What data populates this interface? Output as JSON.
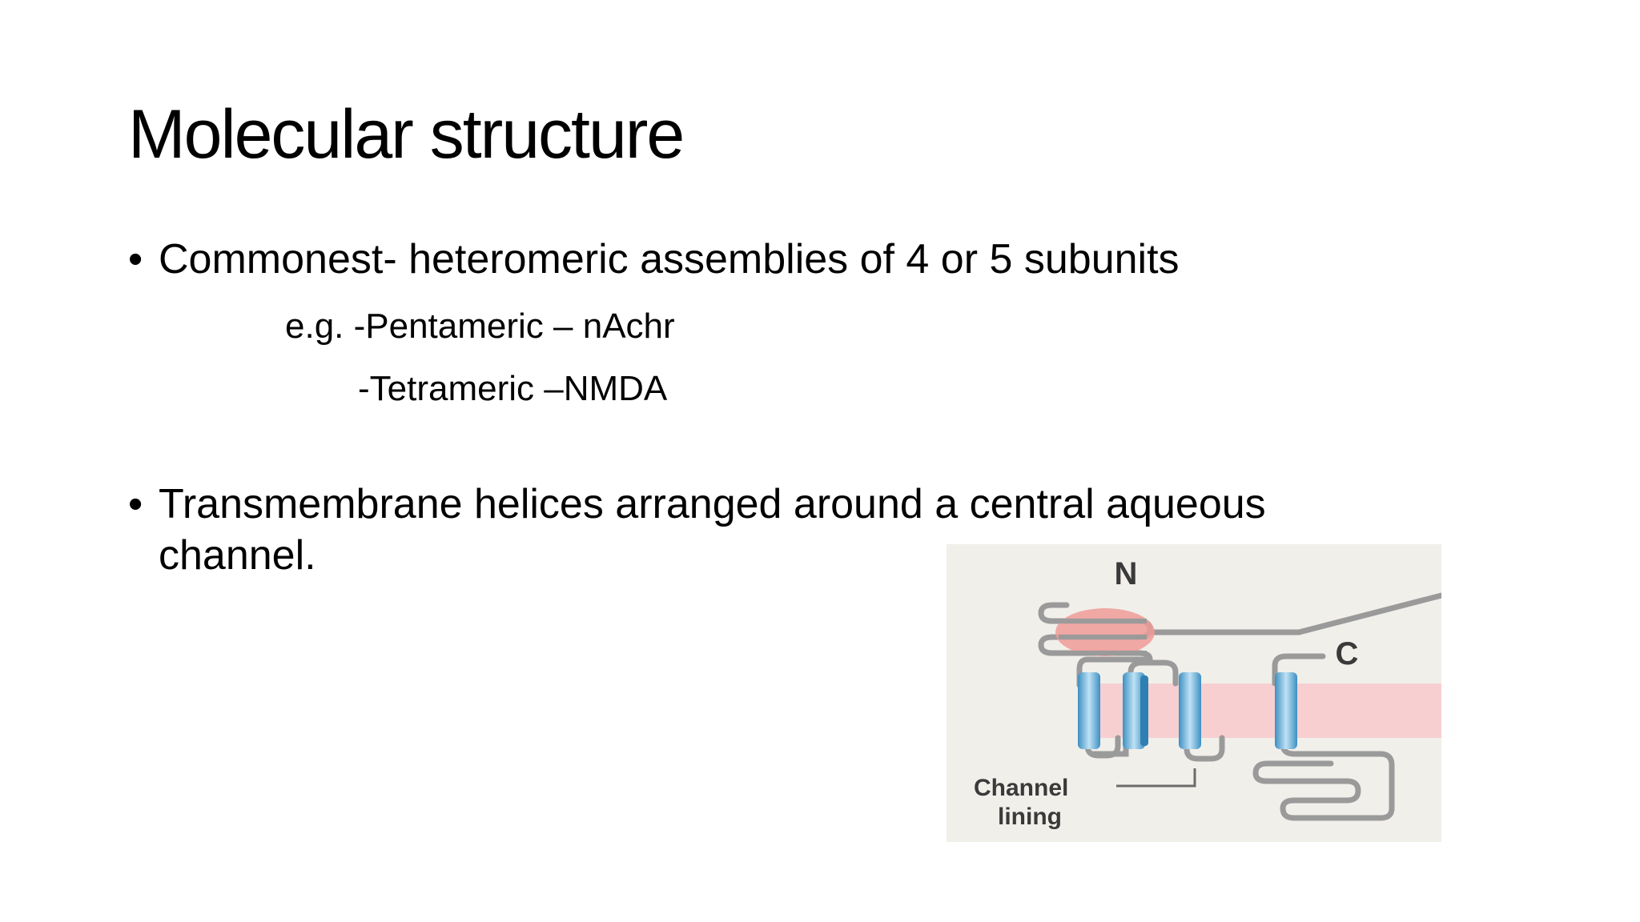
{
  "slide": {
    "title": "Molecular structure",
    "bullets": [
      {
        "text": "Commonest- heteromeric assemblies of 4 or 5 subunits",
        "examples": [
          "e.g. -Pentameric – nAchr",
          "-Tetrameric –NMDA"
        ]
      },
      {
        "text_line1": "Transmembrane helices arranged around  a central aqueous",
        "text_line2": "channel."
      }
    ],
    "bullet_glyph": "•"
  },
  "figure": {
    "label_n": "N",
    "label_c": "C",
    "label_lining_1": "Channel",
    "label_lining_2": "lining",
    "colors": {
      "background": "#f1efea",
      "membrane": "#f8cfd0",
      "domain": "#ef9b98",
      "helix": "#8ec7e6",
      "helix_dark": "#3d8fc1",
      "loop": "#9a9a9a"
    }
  }
}
